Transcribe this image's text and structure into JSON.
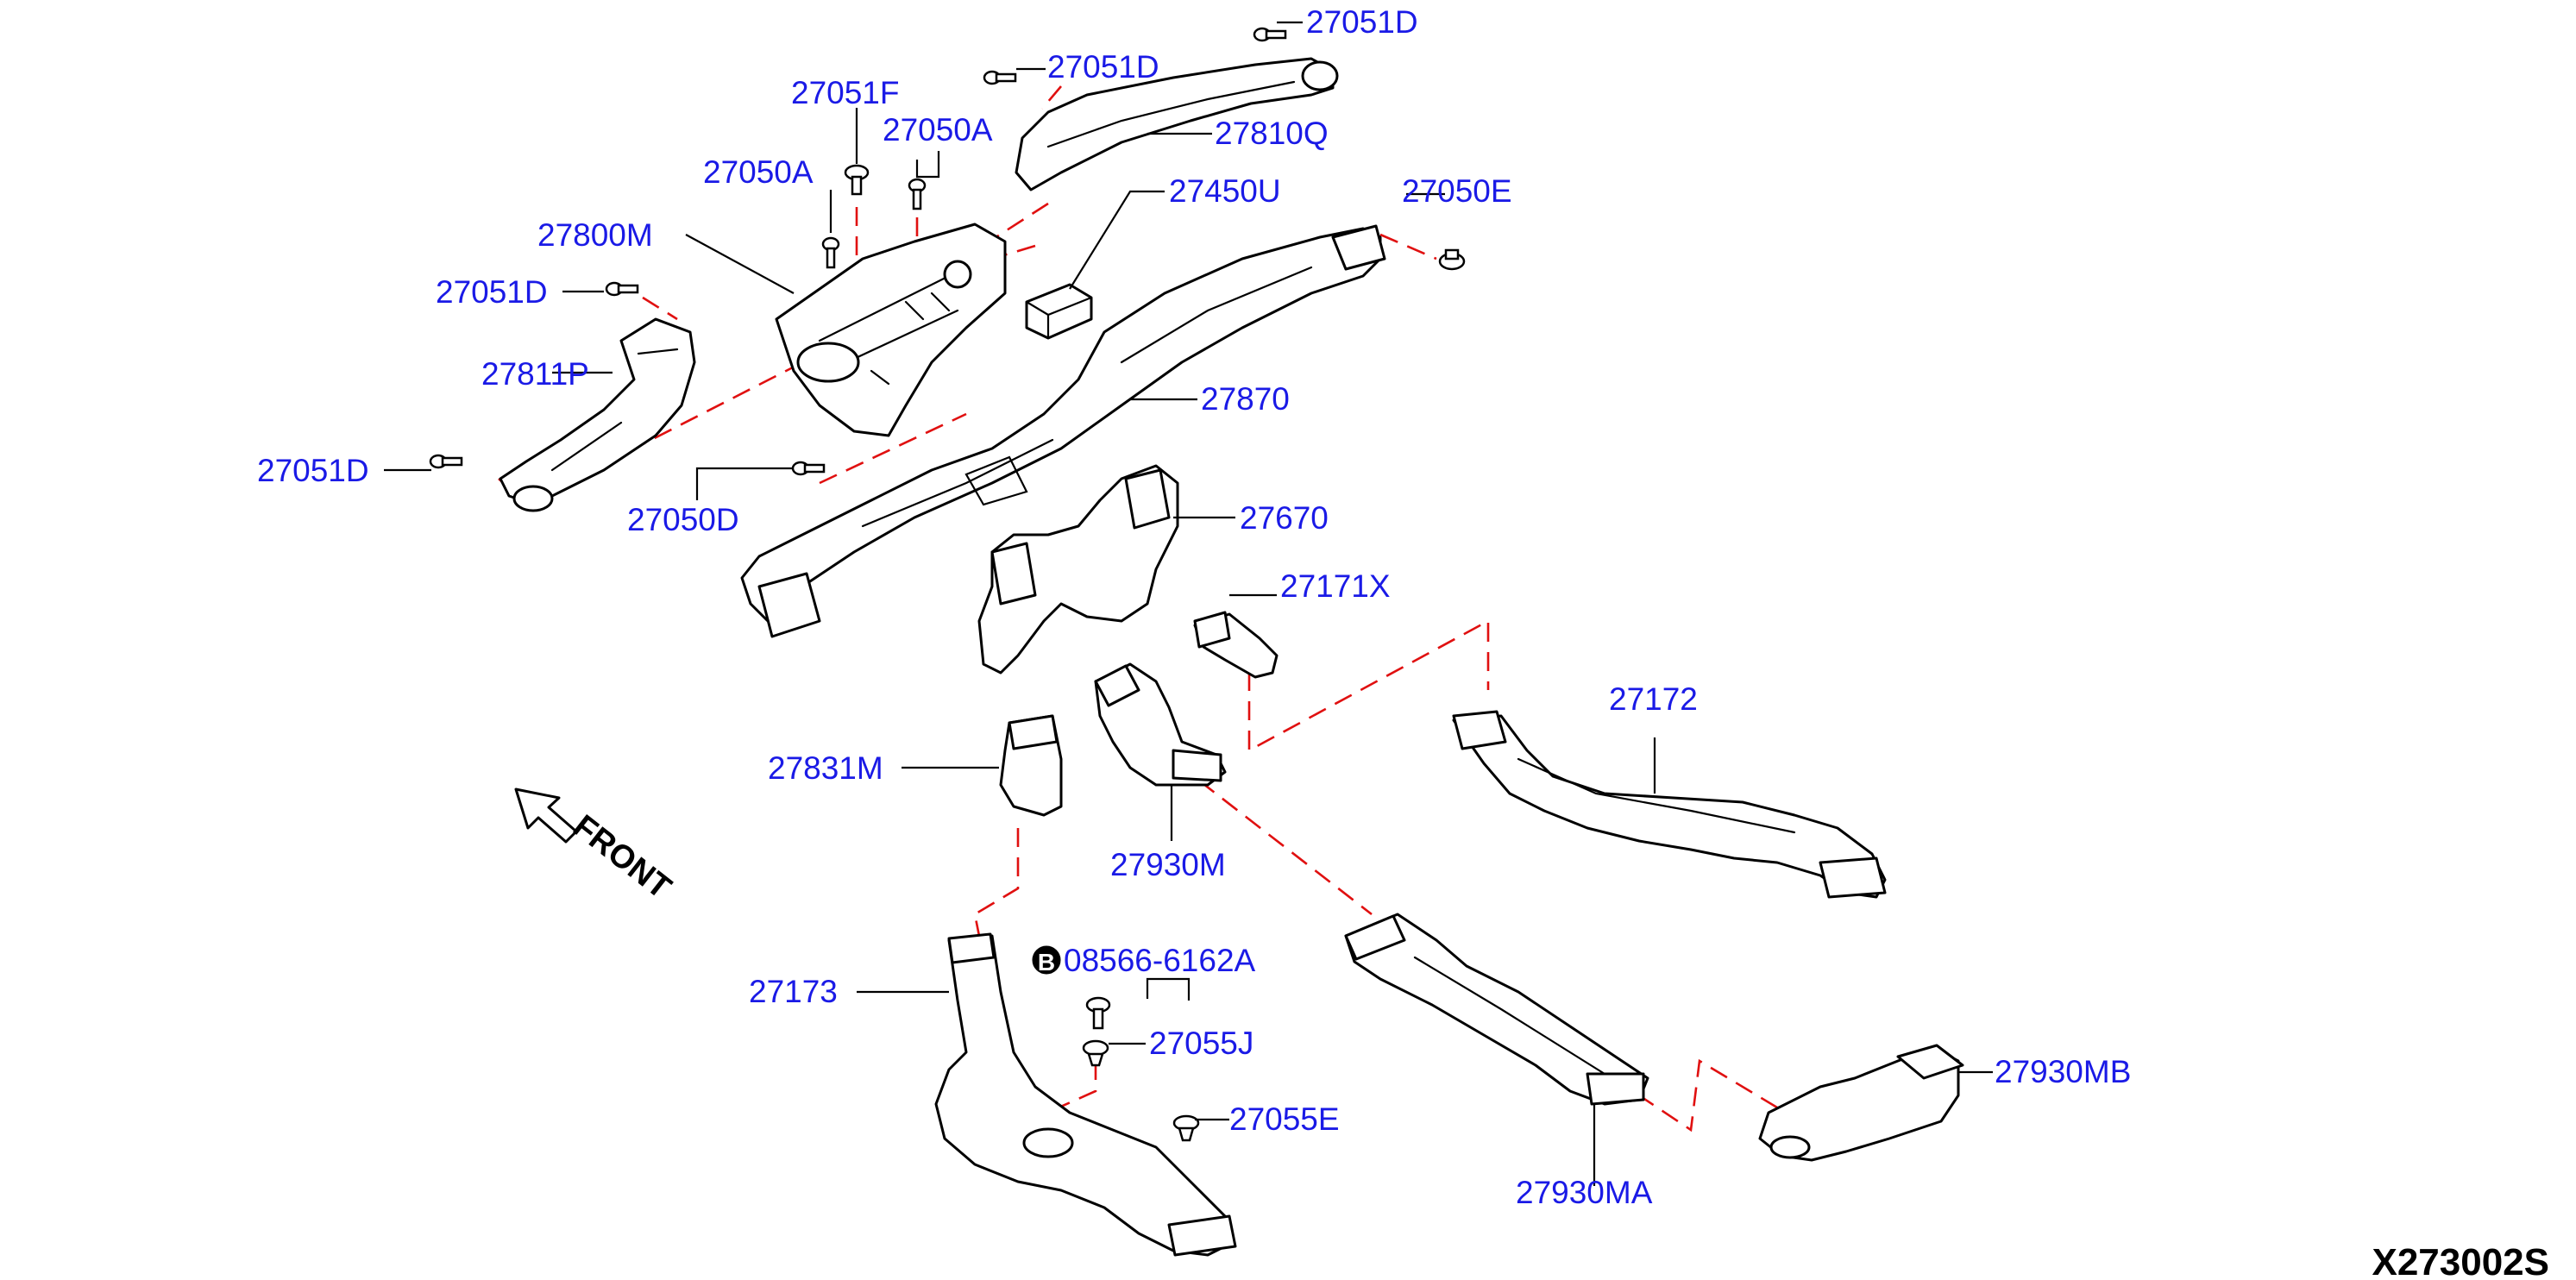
{
  "diagram": {
    "reference_code": "X273002S",
    "direction_label": "FRONT",
    "bulletin_badge": "B",
    "labels": {
      "p27051d_a": "27051D",
      "p27051d_b": "27051D",
      "p27051f": "27051F",
      "p27050a_a": "27050A",
      "p27050a_b": "27050A",
      "p27810q": "27810Q",
      "p27450u": "27450U",
      "p27050e": "27050E",
      "p27800m": "27800M",
      "p27051d_c": "27051D",
      "p27811p": "27811P",
      "p27870": "27870",
      "p27051d_d": "27051D",
      "p27050d": "27050D",
      "p27670": "27670",
      "p27171x": "27171X",
      "p27172": "27172",
      "p27831m": "27831M",
      "p27930m": "27930M",
      "p08566": "08566-6162A",
      "p27173": "27173",
      "p27055j": "27055J",
      "p27055e": "27055E",
      "p27930mb": "27930MB",
      "p27930ma": "27930MA"
    }
  }
}
